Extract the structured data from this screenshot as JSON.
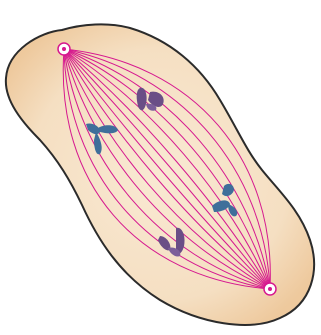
{
  "figure": {
    "subject": "cell-division-anaphase",
    "labels": []
  },
  "colors": {
    "background": "#ffffff",
    "cytoplasm": "#f6e2c7",
    "cytoplasm_edge": "#f0cfa5",
    "membrane": "#2b2b2b",
    "spindle_fiber": "#d6198f",
    "pole": "#ffffff",
    "chromosome_blue": "#3f6f9a",
    "chromosome_purple": "#6a4e86"
  },
  "structures": {
    "spindle_poles": 2,
    "chromosome_groups": [
      {
        "pole": "upper",
        "count": 2,
        "color": "chromosome_purple"
      },
      {
        "pole": "upper",
        "count": 1,
        "color": "chromosome_blue"
      },
      {
        "pole": "lower",
        "count": 1,
        "color": "chromosome_blue"
      },
      {
        "pole": "lower",
        "count": 1,
        "color": "chromosome_purple"
      }
    ]
  }
}
